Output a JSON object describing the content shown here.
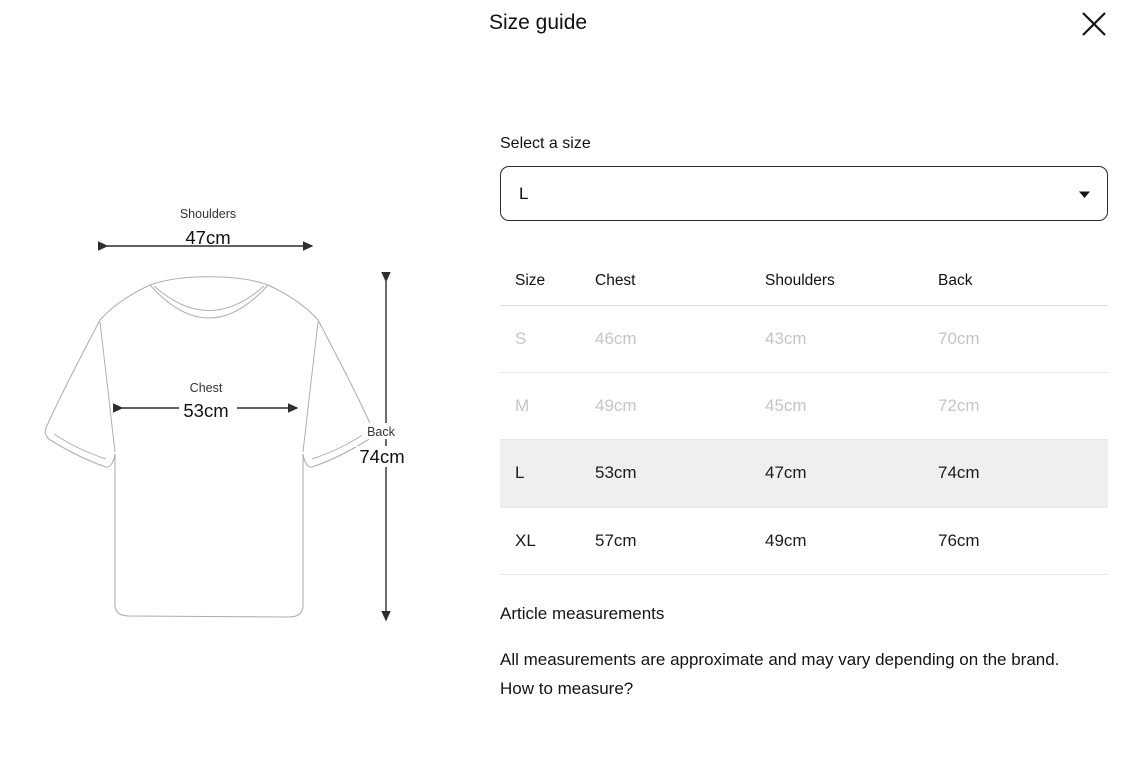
{
  "dialog": {
    "title": "Size guide"
  },
  "diagram": {
    "shoulders_label": "Shoulders",
    "shoulders_value": "47cm",
    "chest_label": "Chest",
    "chest_value": "53cm",
    "back_label": "Back",
    "back_value": "74cm"
  },
  "selector": {
    "label": "Select a size",
    "value": "L"
  },
  "table": {
    "columns": [
      "Size",
      "Chest",
      "Shoulders",
      "Back"
    ],
    "rows": [
      {
        "size": "S",
        "chest": "46cm",
        "shoulders": "43cm",
        "back": "70cm",
        "state": "unavailable"
      },
      {
        "size": "M",
        "chest": "49cm",
        "shoulders": "45cm",
        "back": "72cm",
        "state": "unavailable"
      },
      {
        "size": "L",
        "chest": "53cm",
        "shoulders": "47cm",
        "back": "74cm",
        "state": "selected"
      },
      {
        "size": "XL",
        "chest": "57cm",
        "shoulders": "49cm",
        "back": "76cm",
        "state": "available"
      }
    ],
    "highlighted_size": "L"
  },
  "footer": {
    "heading": "Article measurements",
    "note_text": "All measurements are approximate and may vary depending on the brand.",
    "link_text": "How to measure?"
  },
  "colors": {
    "text_dark": "#141414",
    "muted_row_text": "#c5c5c5",
    "selected_row_bg": "#efefef",
    "divider": "#e7e7e7",
    "shirt_outline": "#b0b0b0"
  }
}
